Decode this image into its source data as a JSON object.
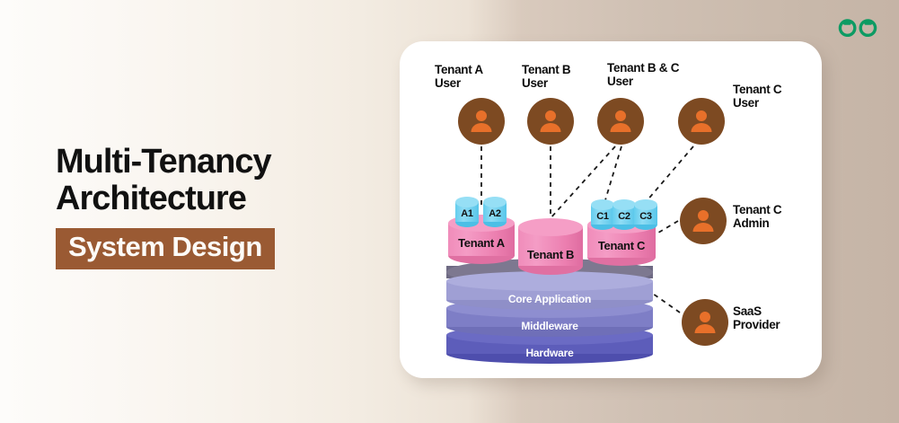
{
  "brand": {
    "logo_name": "geeksforgeeks-logo",
    "logo_color": "#0d9b63"
  },
  "title": {
    "line1": "Multi-Tenancy",
    "line2": "Architecture",
    "badge": "System Design",
    "badge_color": "#9a5a33"
  },
  "diagram": {
    "card_background": "#ffffff",
    "users": [
      {
        "id": "tenant-a-user",
        "label": "Tenant A\nUser"
      },
      {
        "id": "tenant-b-user",
        "label": "Tenant B\nUser"
      },
      {
        "id": "tenant-bc-user",
        "label": "Tenant B & C\nUser"
      },
      {
        "id": "tenant-c-user",
        "label": "Tenant C\nUser"
      },
      {
        "id": "tenant-c-admin",
        "label": "Tenant C\nAdmin"
      },
      {
        "id": "saas-provider",
        "label": "SaaS\nProvider"
      }
    ],
    "tenants": [
      {
        "id": "tenant-a",
        "label": "Tenant A",
        "color": "#ef8bb9",
        "subunits": [
          {
            "label": "A1"
          },
          {
            "label": "A2"
          }
        ]
      },
      {
        "id": "tenant-b",
        "label": "Tenant B",
        "color": "#ef8bb9",
        "subunits": []
      },
      {
        "id": "tenant-c",
        "label": "Tenant C",
        "color": "#ef8bb9",
        "subunits": [
          {
            "label": "C1"
          },
          {
            "label": "C2"
          },
          {
            "label": "C3"
          }
        ]
      }
    ],
    "stack": [
      {
        "id": "core-application",
        "label": "Core Application",
        "color": "#9f9fd4"
      },
      {
        "id": "middleware",
        "label": "Middleware",
        "color": "#7e7ec6"
      },
      {
        "id": "hardware",
        "label": "Hardware",
        "color": "#5d5dba"
      }
    ],
    "subunit_color": "#6fd0ef",
    "avatar_circle_color": "#7d4a22",
    "avatar_person_color": "#e8702a"
  }
}
